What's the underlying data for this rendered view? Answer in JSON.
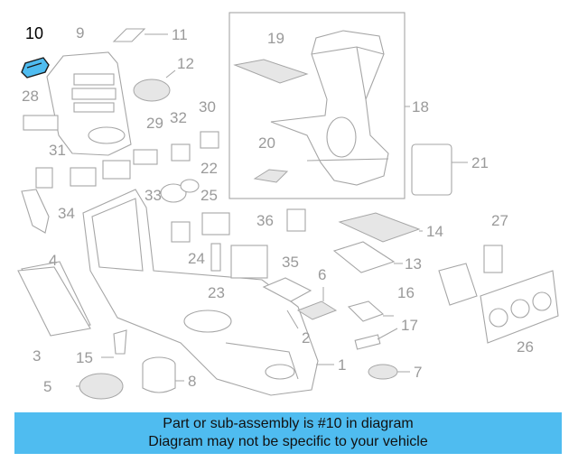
{
  "highlighted_part": "10",
  "highlight_color": "#4fbcf0",
  "part_line_color": "#a6a6a6",
  "callouts": {
    "c1": "1",
    "c2": "2",
    "c3": "3",
    "c4": "4",
    "c5": "5",
    "c6": "6",
    "c7": "7",
    "c8": "8",
    "c9": "9",
    "c10": "10",
    "c11": "11",
    "c12": "12",
    "c13": "13",
    "c14": "14",
    "c15": "15",
    "c16": "16",
    "c17": "17",
    "c18": "18",
    "c19": "19",
    "c20": "20",
    "c21": "21",
    "c22": "22",
    "c23": "23",
    "c24": "24",
    "c25": "25",
    "c26": "26",
    "c27": "27",
    "c28": "28",
    "c29": "29",
    "c30": "30",
    "c31": "31",
    "c32": "32",
    "c33": "33",
    "c34": "34",
    "c35": "35",
    "c36": "36"
  },
  "caption": {
    "line1": "Part or sub-assembly is #10 in diagram",
    "line2": "Diagram may not be specific to your vehicle"
  }
}
